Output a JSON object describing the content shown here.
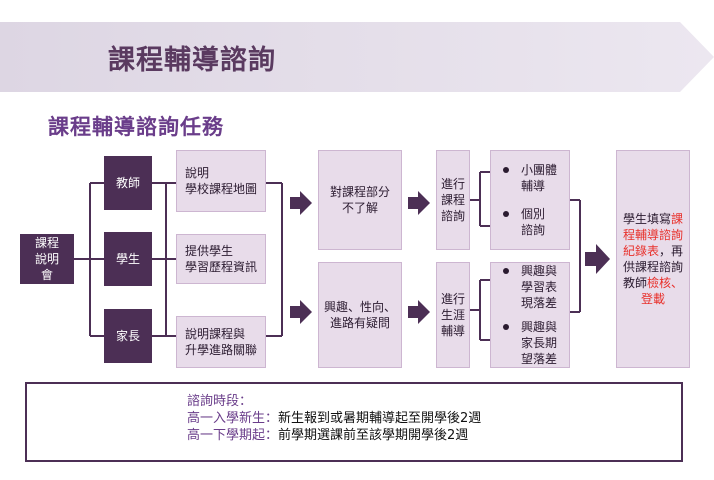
{
  "banner": {
    "title": "課程輔導諮詢"
  },
  "subtitle": "課程輔導諮詢任務",
  "flow": {
    "origin": "課程說明會",
    "roles": [
      "教師",
      "學生",
      "家長"
    ],
    "tasks": [
      [
        "說明",
        "學校課程地圖"
      ],
      [
        "提供學生",
        "學習歷程資訊"
      ],
      [
        "說明課程與",
        "升學進路關聯"
      ]
    ],
    "issues": [
      [
        "對課程部分",
        "不了解"
      ],
      [
        "興趣、性向、",
        "進路有疑問"
      ]
    ],
    "actions": [
      [
        "進行",
        "課程",
        "諮詢"
      ],
      [
        "進行",
        "生涯",
        "輔導"
      ]
    ],
    "outcomes_top": [
      [
        "小團體",
        "輔導"
      ],
      [
        "個別",
        "諮詢"
      ]
    ],
    "outcomes_bottom": [
      [
        "興趣與",
        "學習表",
        "現落差"
      ],
      [
        "興趣與",
        "家長期",
        "望落差"
      ]
    ],
    "final": {
      "part1": "學生填寫",
      "part2": "課程輔導諮詢紀錄表",
      "part3": "，再供課程諮詢教師",
      "part4": "檢核、登載"
    }
  },
  "note": {
    "title": "諮詢時段：",
    "rows": [
      {
        "label": "高一入學新生：",
        "text": "新生報到或暑期輔導起至開學後2週"
      },
      {
        "label": "高一下學期起：",
        "text": "前學期選課前至該學期開學後2週"
      }
    ]
  },
  "colors": {
    "dark": "#4c2f55",
    "lavender": "#e8dcea",
    "accent_red": "#e8302b",
    "title": "#5a3a60"
  }
}
